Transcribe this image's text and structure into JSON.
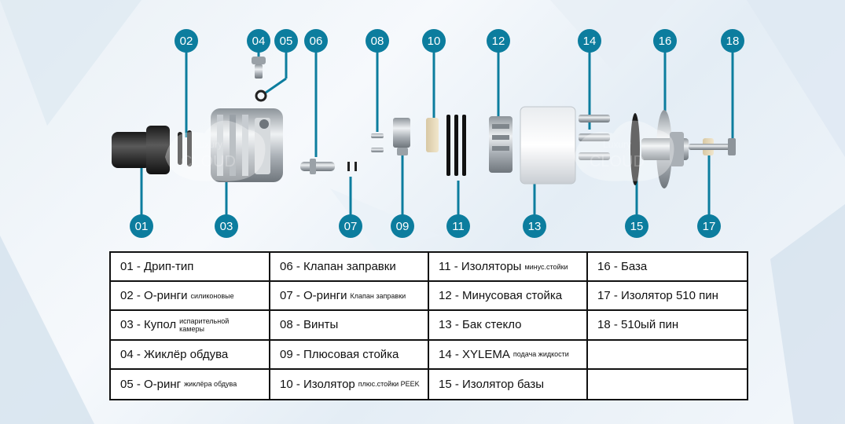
{
  "callouts": [
    {
      "num": "01"
    },
    {
      "num": "02"
    },
    {
      "num": "03"
    },
    {
      "num": "04"
    },
    {
      "num": "05"
    },
    {
      "num": "06"
    },
    {
      "num": "07"
    },
    {
      "num": "08"
    },
    {
      "num": "09"
    },
    {
      "num": "10"
    },
    {
      "num": "11"
    },
    {
      "num": "12"
    },
    {
      "num": "13"
    },
    {
      "num": "14"
    },
    {
      "num": "15"
    },
    {
      "num": "16"
    },
    {
      "num": "17"
    },
    {
      "num": "18"
    }
  ],
  "table": {
    "rows": [
      [
        {
          "main": "01 - Дрип-тип",
          "small": ""
        },
        {
          "main": "06 - Клапан заправки",
          "small": ""
        },
        {
          "main": "11 - Изоляторы",
          "small": "минус.стойки"
        },
        {
          "main": "16 - База",
          "small": ""
        }
      ],
      [
        {
          "main": "02 - О-ринги",
          "small": "силиконовые"
        },
        {
          "main": "07 - О-ринги",
          "small": "Клапан заправки"
        },
        {
          "main": "12 - Минусовая стойка",
          "small": ""
        },
        {
          "main": "17 - Изолятор 510 пин",
          "small": ""
        }
      ],
      [
        {
          "main": "03 - Купол",
          "small": "испарительной камеры"
        },
        {
          "main": "08 - Винты",
          "small": ""
        },
        {
          "main": "13 - Бак стекло",
          "small": ""
        },
        {
          "main": "18 - 510ый пин",
          "small": ""
        }
      ],
      [
        {
          "main": "04 - Жиклёр обдува",
          "small": ""
        },
        {
          "main": "09 - Плюсовая стойка",
          "small": ""
        },
        {
          "main": "14 - XYLEMA",
          "small": "подача жидкости"
        },
        {
          "main": "",
          "small": ""
        }
      ],
      [
        {
          "main": "05 - О-ринг",
          "small": "жиклёра обдува"
        },
        {
          "main": "10 - Изолятор",
          "small": "плюс.стойки PEEK"
        },
        {
          "main": "15 - Изолятор базы",
          "small": ""
        },
        {
          "main": "",
          "small": ""
        }
      ]
    ]
  },
  "watermark": {
    "line1": "Luxury",
    "line2": "CLOUD"
  },
  "colors": {
    "callout": "#0c7d9e",
    "metal": "#b9bec3",
    "table_border": "#111111"
  }
}
